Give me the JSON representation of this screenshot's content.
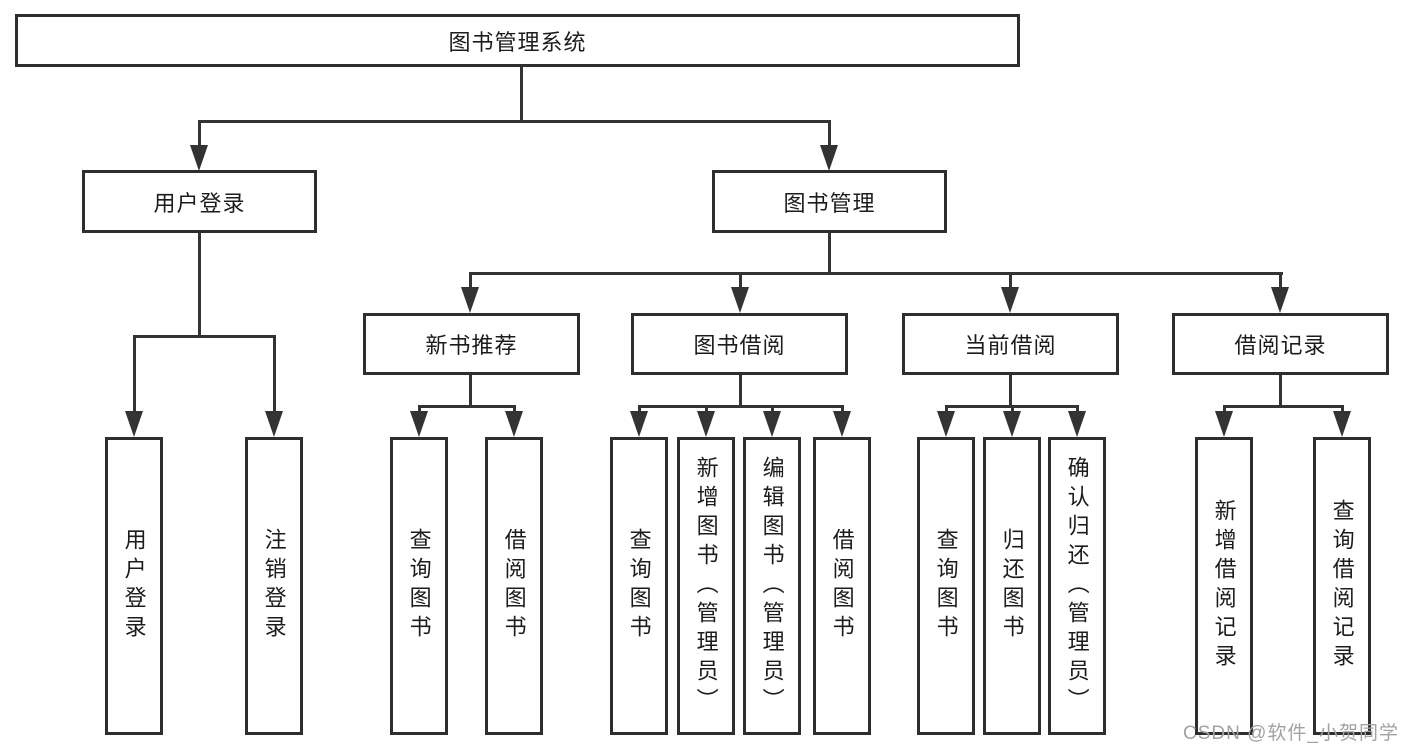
{
  "diagram": {
    "root": {
      "label": "图书管理系统"
    },
    "user_login": {
      "label": "用户登录",
      "children": [
        {
          "label": "用户登录"
        },
        {
          "label": "注销登录"
        }
      ]
    },
    "book_mgmt": {
      "label": "图书管理",
      "groups": [
        {
          "label": "新书推荐",
          "children": [
            {
              "label": "查询图书"
            },
            {
              "label": "借阅图书"
            }
          ]
        },
        {
          "label": "图书借阅",
          "children": [
            {
              "label": "查询图书"
            },
            {
              "label": "新增图书（管理员）"
            },
            {
              "label": "编辑图书（管理员）"
            },
            {
              "label": "借阅图书"
            }
          ]
        },
        {
          "label": "当前借阅",
          "children": [
            {
              "label": "查询图书"
            },
            {
              "label": "归还图书"
            },
            {
              "label": "确认归还（管理员）"
            }
          ]
        },
        {
          "label": "借阅记录",
          "children": [
            {
              "label": "新增借阅记录"
            },
            {
              "label": "查询借阅记录"
            }
          ]
        }
      ]
    }
  },
  "watermark": {
    "text": "CSDN @软件_小贺同学"
  },
  "colors": {
    "line": "#333333",
    "box_border": "#2e2e2e",
    "background": "#ffffff",
    "watermark": "#a2a2a2"
  }
}
